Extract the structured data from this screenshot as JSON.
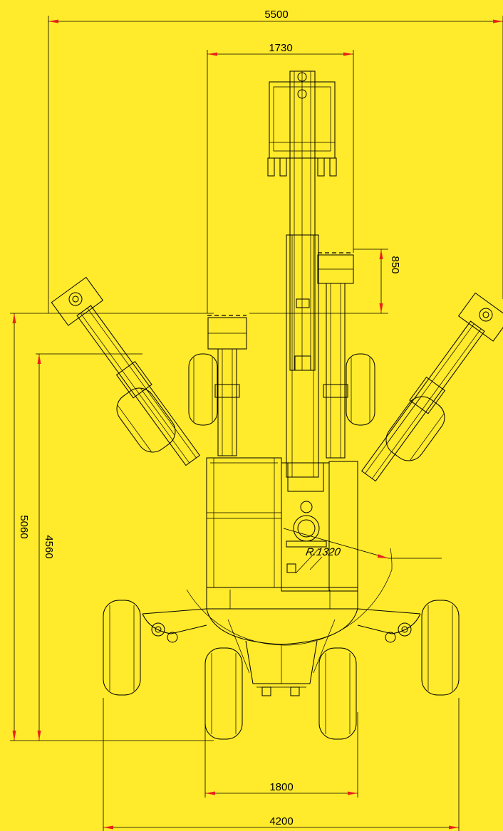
{
  "dimensions": {
    "overall_width": "5500",
    "boom_width": "1730",
    "offset": "850",
    "height_total": "5060",
    "height_inner": "4560",
    "radius": "R.1320",
    "track_inner": "1800",
    "track_outer": "4200"
  },
  "colors": {
    "background": "#FFEA2B",
    "line": "#000000",
    "arrow": "#E8211B"
  }
}
